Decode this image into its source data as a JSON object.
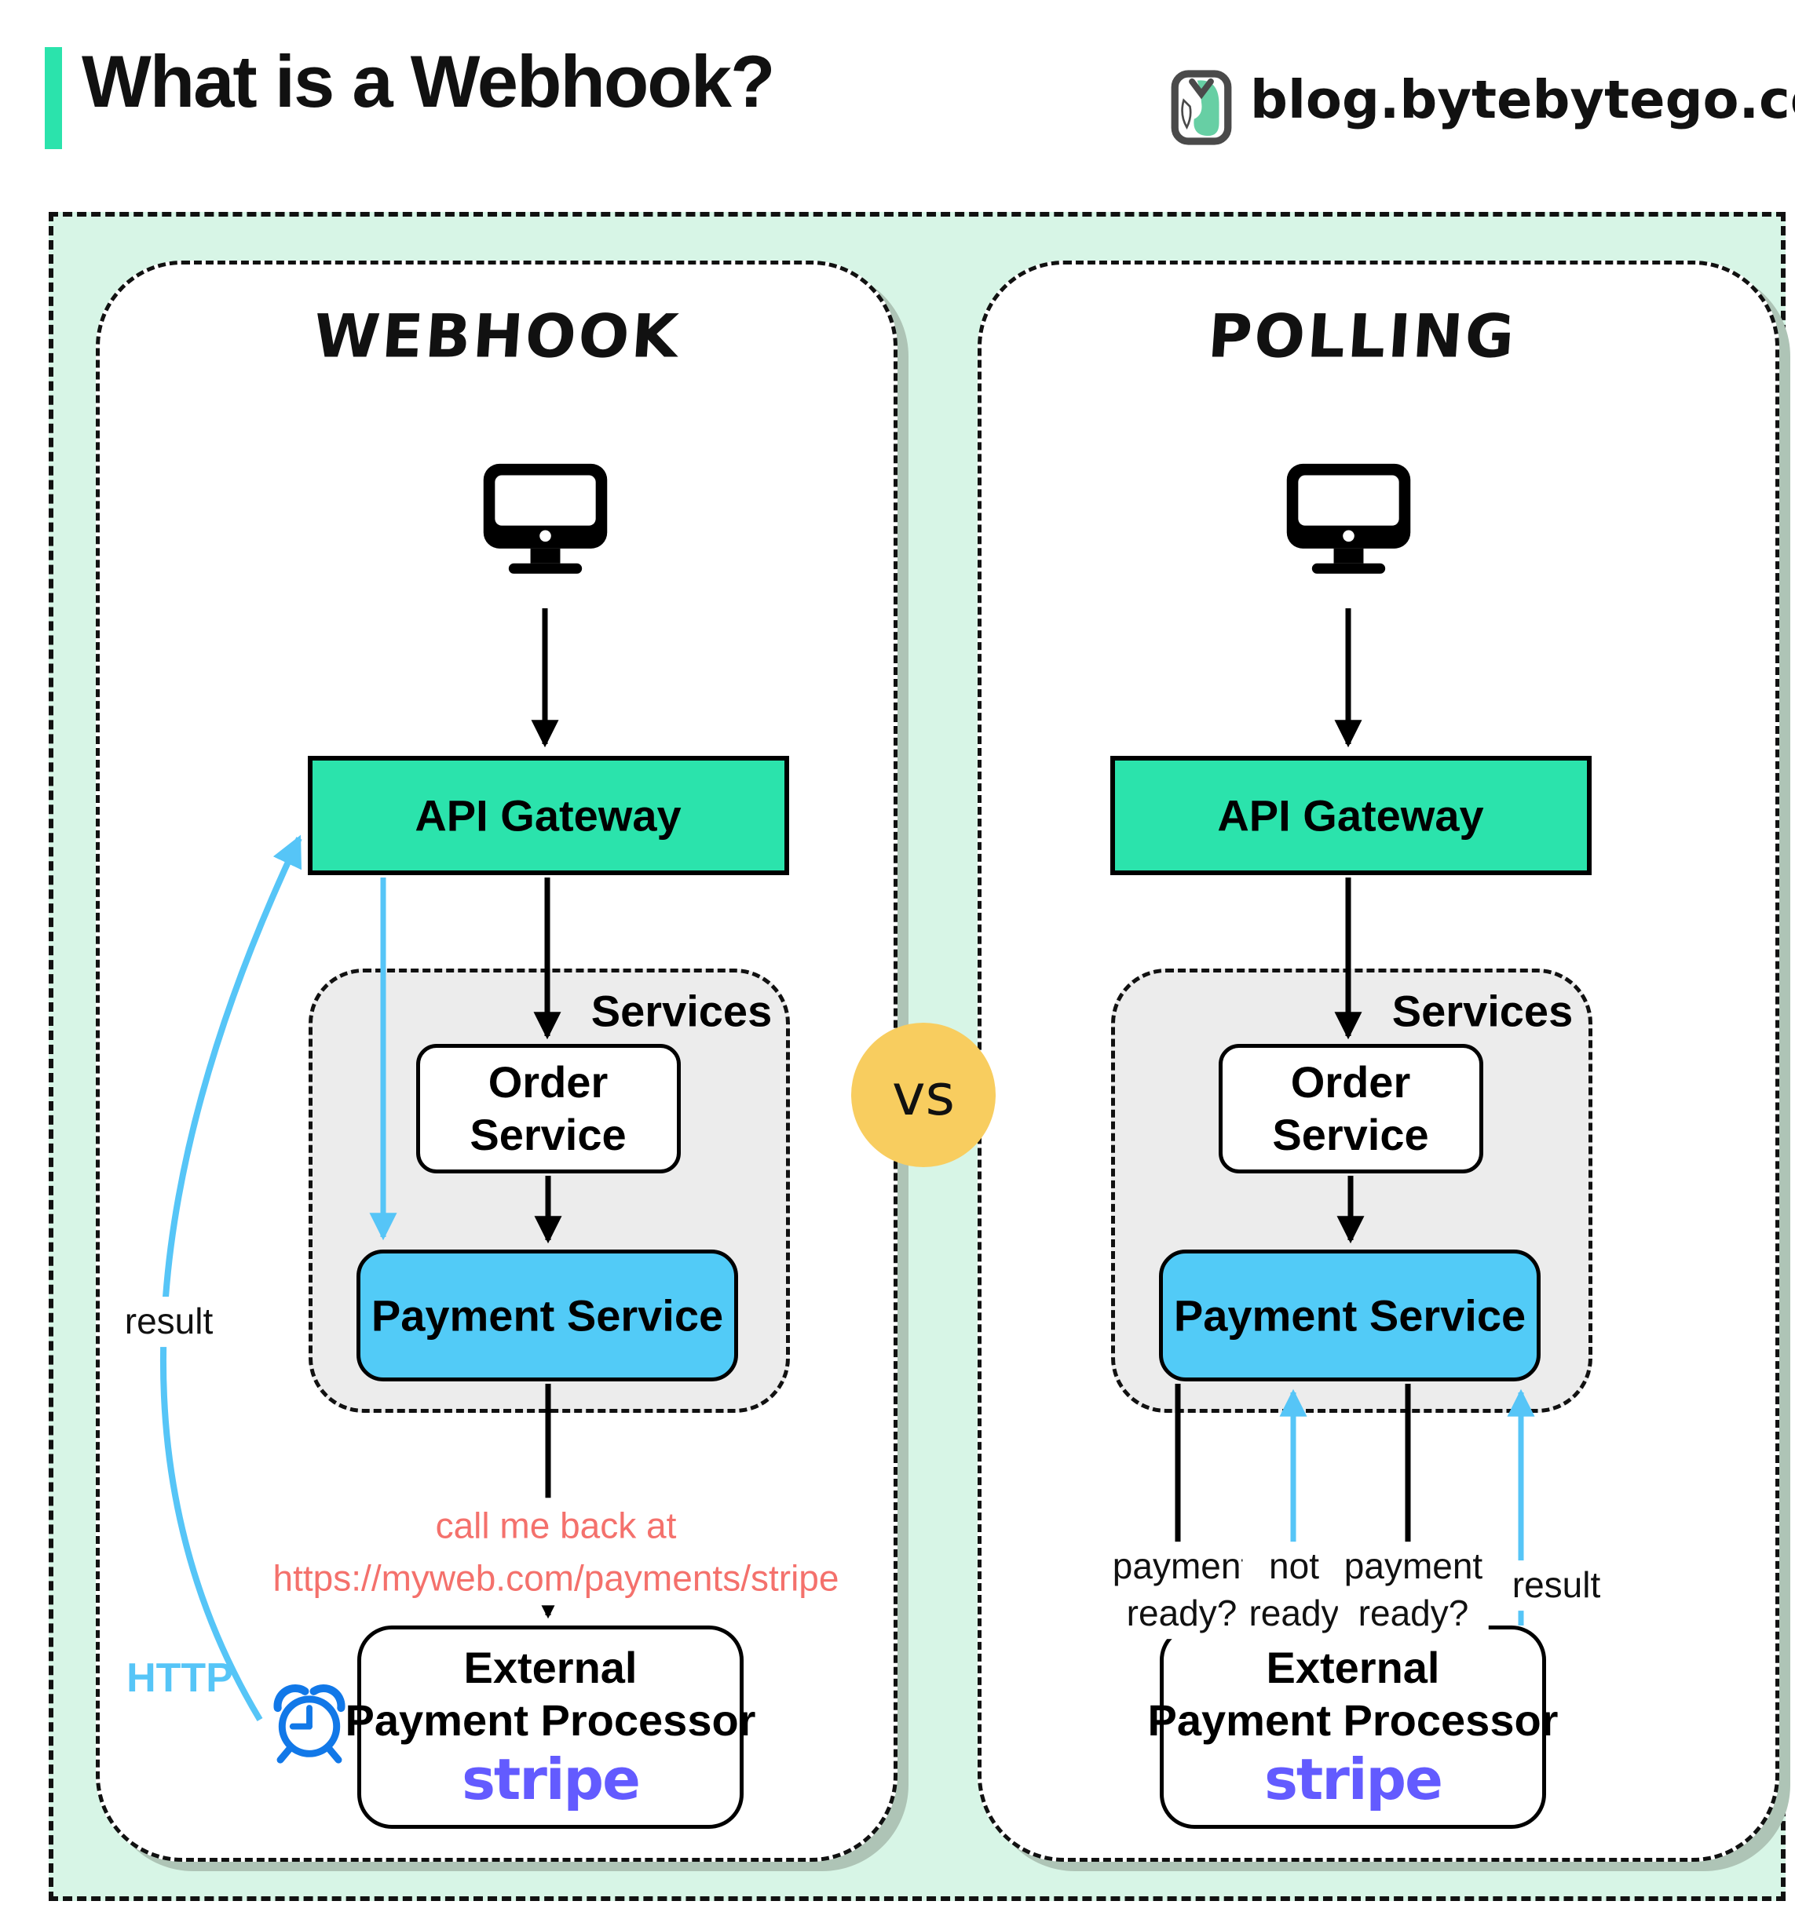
{
  "header": {
    "title": "What is a Webhook?",
    "site": "blog.bytebytego.com"
  },
  "vs": "vs",
  "colors": {
    "accent_teal": "#2BE3AC",
    "mint_background": "#D7F5E6",
    "payment_blue": "#52CBF7",
    "arrow_blue": "#56C5F7",
    "vs_yellow": "#F8CD5F",
    "callback_red": "#F4716C",
    "stripe_purple": "#635BFF",
    "clock_blue": "#1178E8",
    "services_gray": "#ECECEC"
  },
  "panels": {
    "webhook": {
      "title": "Webhook",
      "api_gateway": "API Gateway",
      "services": "Services",
      "order_service": "Order\nService",
      "payment_service": "Payment Service",
      "external_processor": "External\nPayment Processor",
      "stripe": "stripe",
      "result_label": "result",
      "http_label": "HTTP",
      "callback_label": "call me back at\nhttps://myweb.com/payments/stripe"
    },
    "polling": {
      "title": "Polling",
      "api_gateway": "API Gateway",
      "services": "Services",
      "order_service": "Order\nService",
      "payment_service": "Payment Service",
      "external_processor": "External\nPayment Processor",
      "stripe": "stripe",
      "payment_ready_1": "payment\nready?",
      "not_ready": "not\nready",
      "payment_ready_2": "payment\nready?",
      "result_label": "result"
    }
  }
}
